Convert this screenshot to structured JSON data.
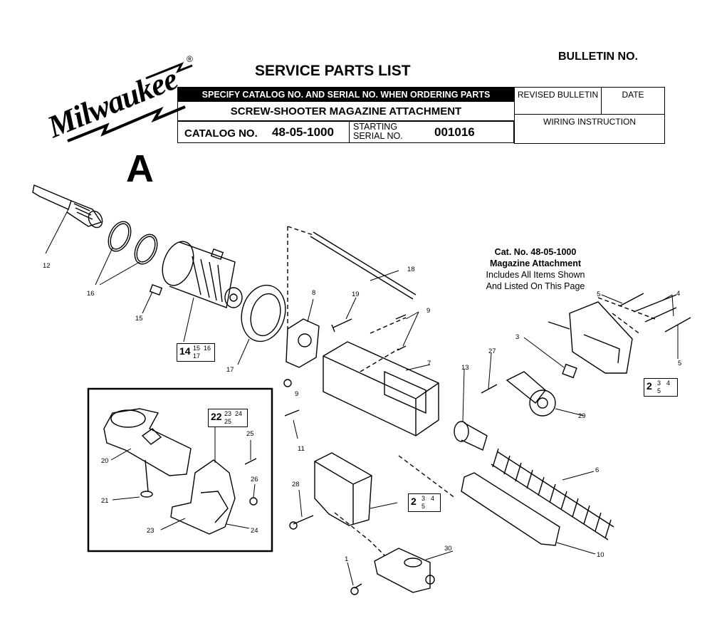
{
  "header": {
    "brand": "Milwaukee",
    "registered_mark": "®",
    "title": "SERVICE PARTS LIST",
    "bulletin_label": "BULLETIN NO.",
    "specify_note": "SPECIFY CATALOG NO. AND SERIAL NO. WHEN ORDERING PARTS",
    "product_name": "SCREW-SHOOTER MAGAZINE ATTACHMENT",
    "catalog_label": "CATALOG NO.",
    "catalog_number": "48-05-1000",
    "starting_label_1": "STARTING",
    "starting_label_2": "SERIAL NO.",
    "serial_number": "001016",
    "revised_bulletin_label": "REVISED BULLETIN",
    "date_label": "DATE",
    "wiring_label": "WIRING INSTRUCTION"
  },
  "diagram": {
    "section_letter": "A",
    "note_line1": "Cat. No. 48-05-1000",
    "note_line2": "Magazine Attachment",
    "note_line3": "Includes All Items Shown",
    "note_line4": "And Listed On This Page",
    "kits": [
      {
        "main": "14",
        "parts": [
          "15",
          "16",
          "17"
        ]
      },
      {
        "main": "22",
        "parts": [
          "23",
          "24",
          "25"
        ]
      },
      {
        "main": "2",
        "parts": [
          "3",
          "4",
          "5"
        ]
      },
      {
        "main": "2",
        "parts": [
          "3",
          "4",
          "5"
        ]
      }
    ],
    "part_labels": [
      "12",
      "16",
      "15",
      "17",
      "8",
      "19",
      "18",
      "9",
      "9",
      "7",
      "11",
      "13",
      "27",
      "3",
      "5",
      "4",
      "5",
      "29",
      "6",
      "10",
      "28",
      "1",
      "30",
      "20",
      "21",
      "25",
      "26",
      "23",
      "24"
    ]
  }
}
